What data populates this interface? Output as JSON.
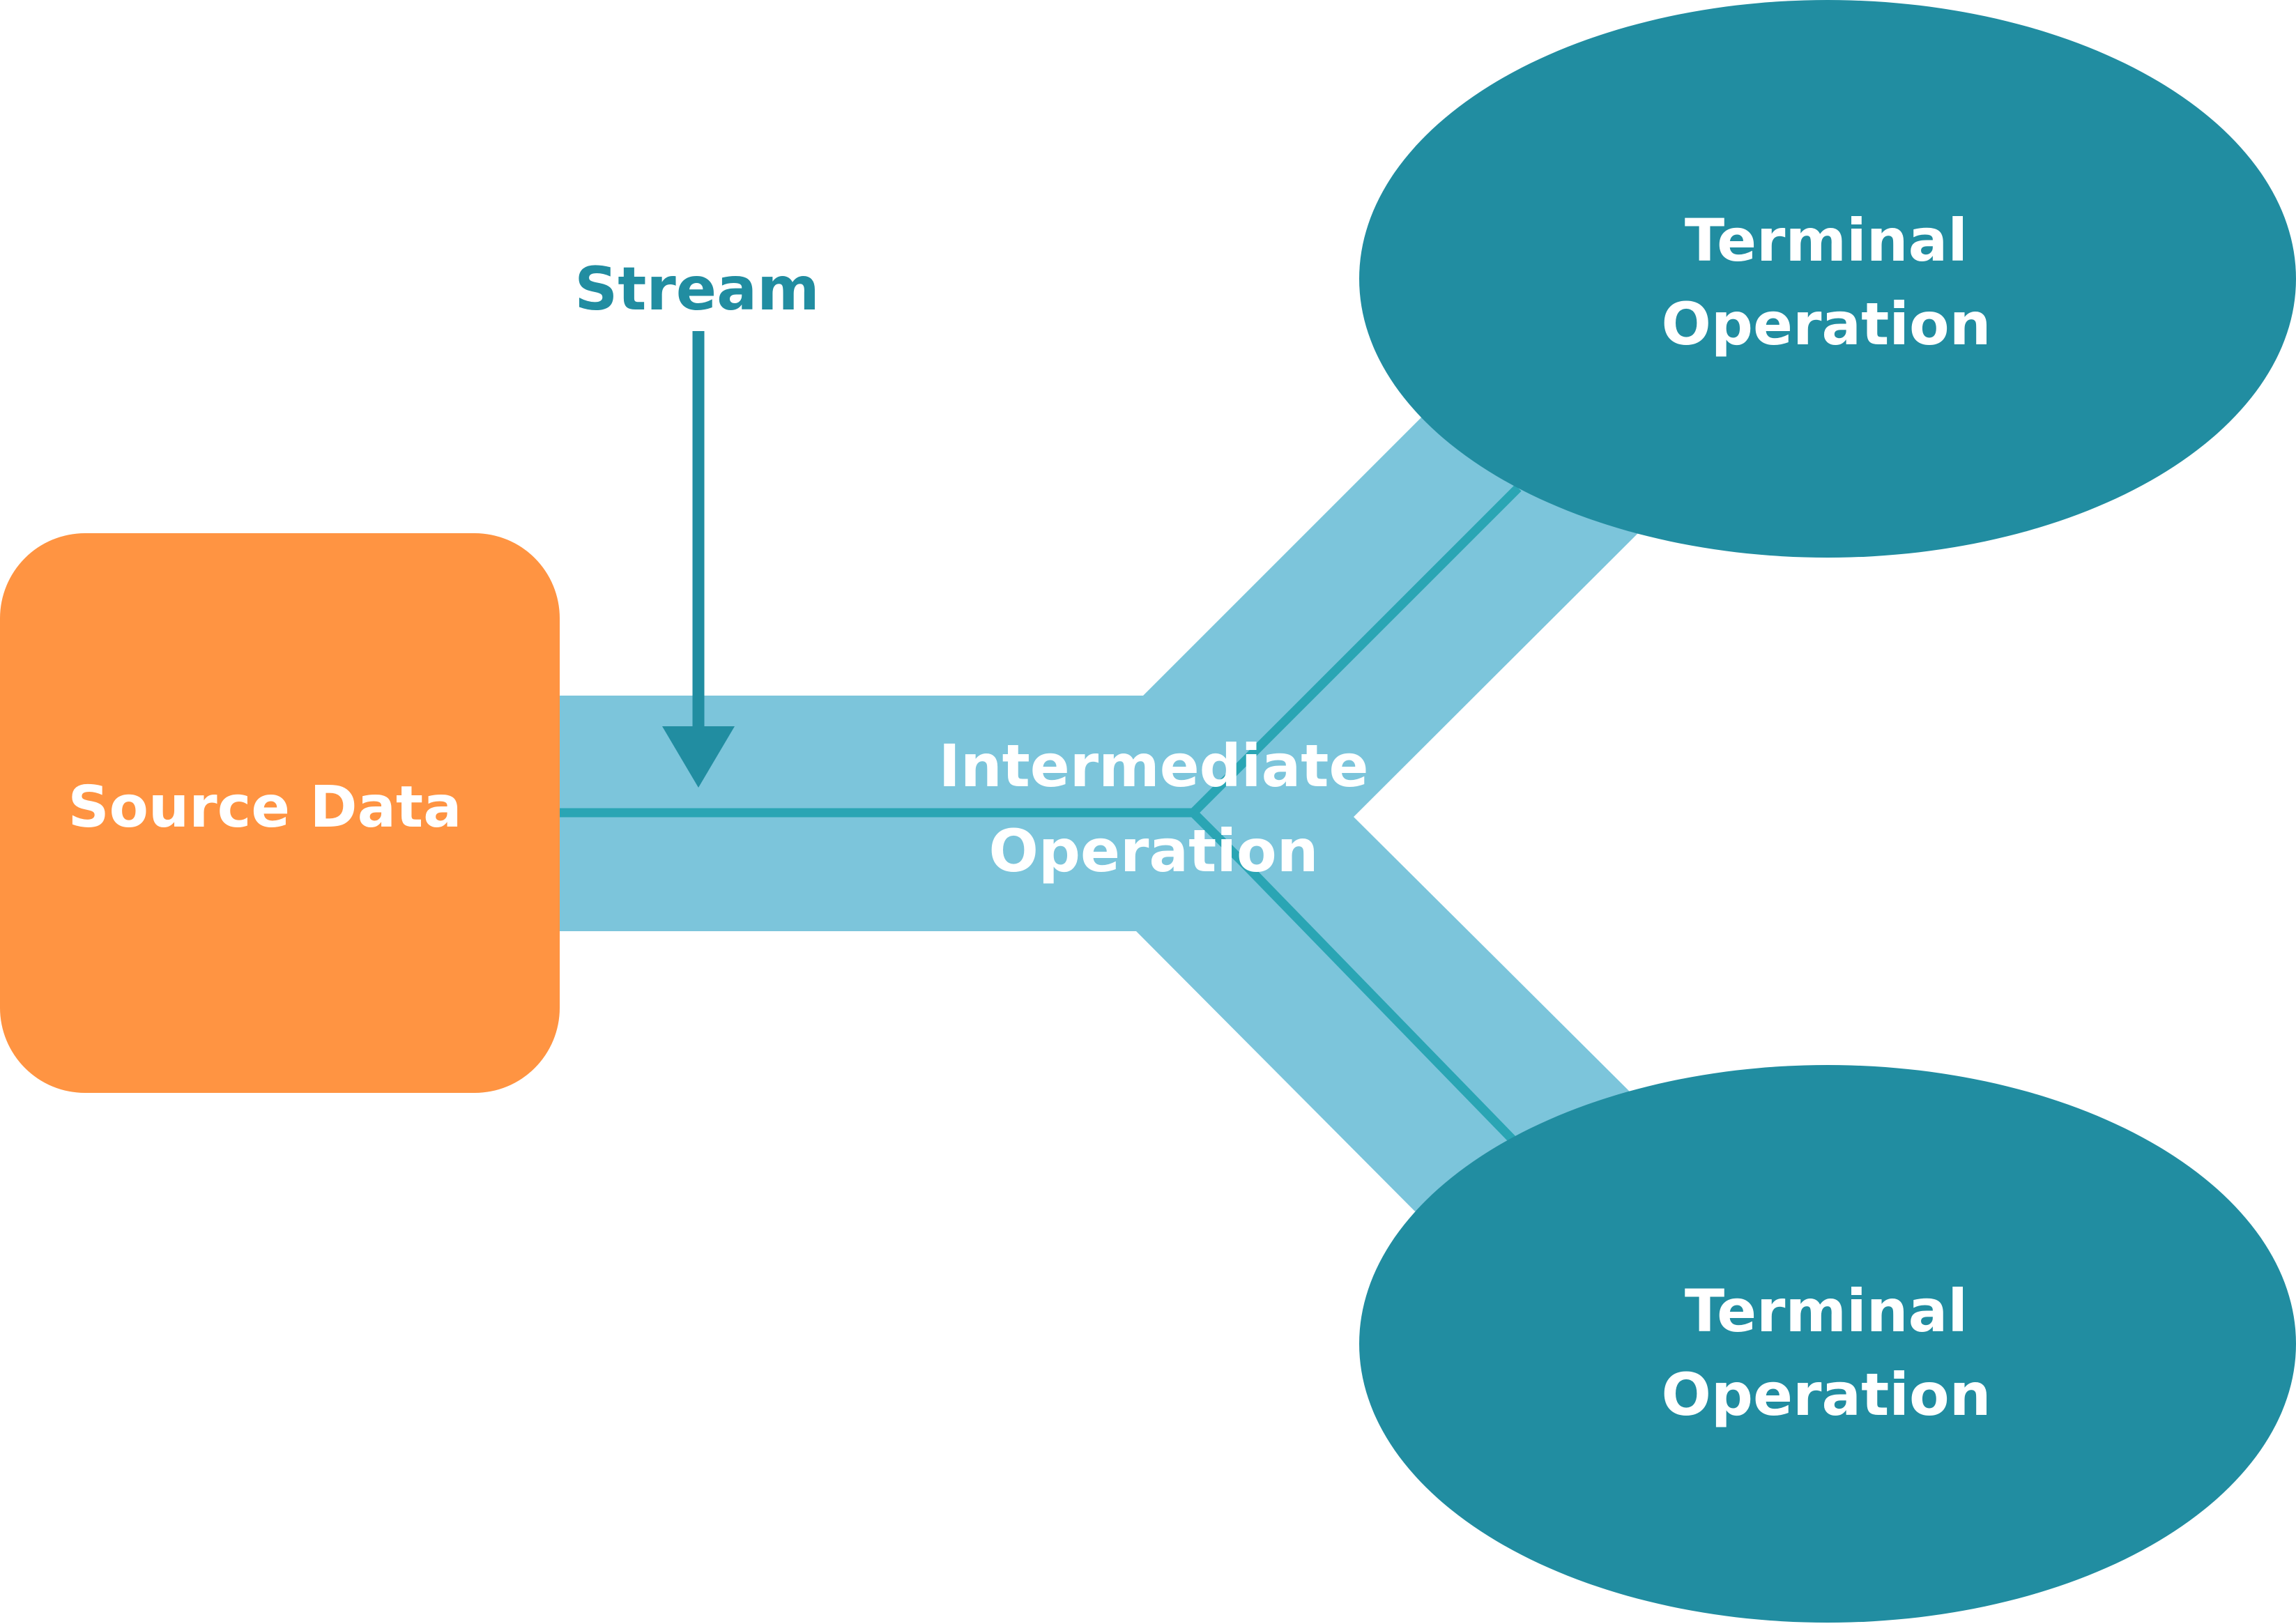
{
  "colors": {
    "source_fill": "#FF9442",
    "pipe_fill": "#7CC5DB",
    "flow_line": "#2AA5B4",
    "terminal_fill": "#218DA1",
    "stream_accent": "#218DA1",
    "label_text": "#FFFFFF"
  },
  "source": {
    "label": "Source Data"
  },
  "stream": {
    "label": "Stream"
  },
  "intermediate": {
    "line1": "Intermediate",
    "line2": "Operation"
  },
  "terminals": [
    {
      "line1": "Terminal",
      "line2": "Operation"
    },
    {
      "line1": "Terminal",
      "line2": "Operation"
    }
  ]
}
